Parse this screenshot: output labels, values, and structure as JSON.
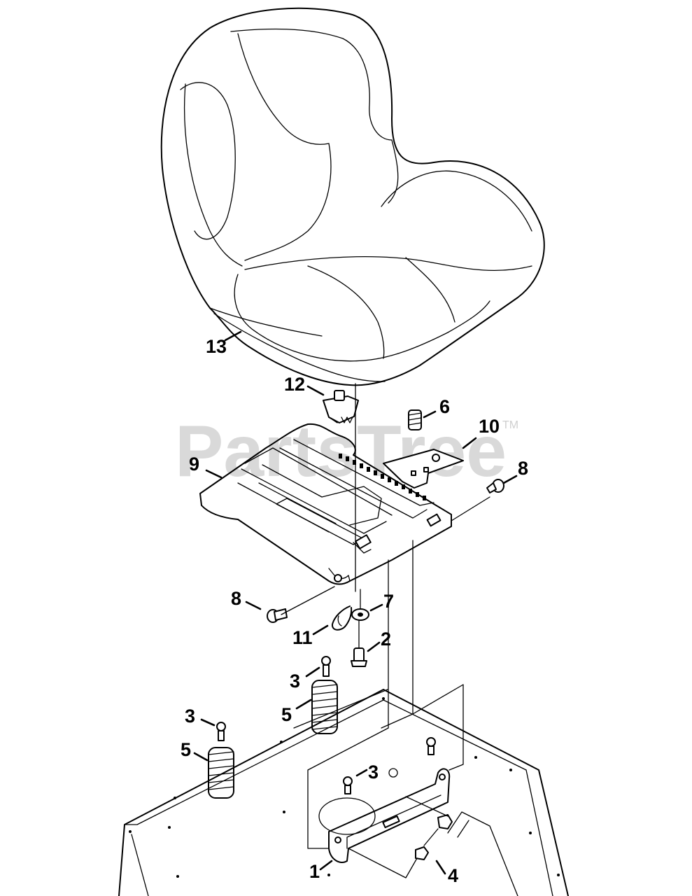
{
  "watermark": {
    "text": "PartsTree",
    "trademark": "TM"
  },
  "callouts": [
    "1",
    "2",
    "3",
    "3",
    "3",
    "4",
    "5",
    "5",
    "6",
    "7",
    "8",
    "8",
    "9",
    "10",
    "11",
    "12",
    "13"
  ]
}
